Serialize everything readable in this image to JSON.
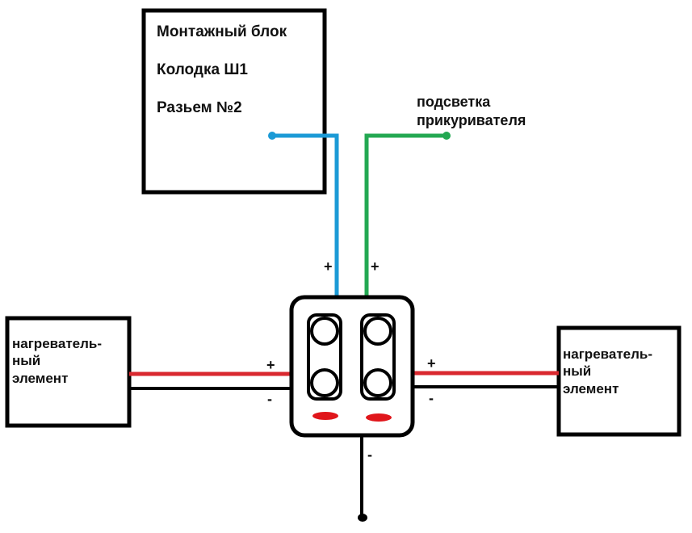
{
  "diagram": {
    "mounting_block": {
      "lines": [
        "Монтажный блок",
        "Колодка Ш1",
        "Разьем №2"
      ]
    },
    "backlight_label": [
      "подсветка",
      "прикуривателя"
    ],
    "heater_left": {
      "lines": [
        "нагреватель-",
        "ный",
        "элемент"
      ]
    },
    "heater_right": {
      "lines": [
        "нагреватель-",
        "ный",
        "элемент"
      ]
    },
    "polarity": {
      "plus": "+",
      "minus": "-"
    },
    "colors": {
      "outline": "#000000",
      "blue_wire": "#1b9ad6",
      "green_wire": "#23a852",
      "red_wire": "#d9282f",
      "indicator": "#e0161b"
    }
  }
}
